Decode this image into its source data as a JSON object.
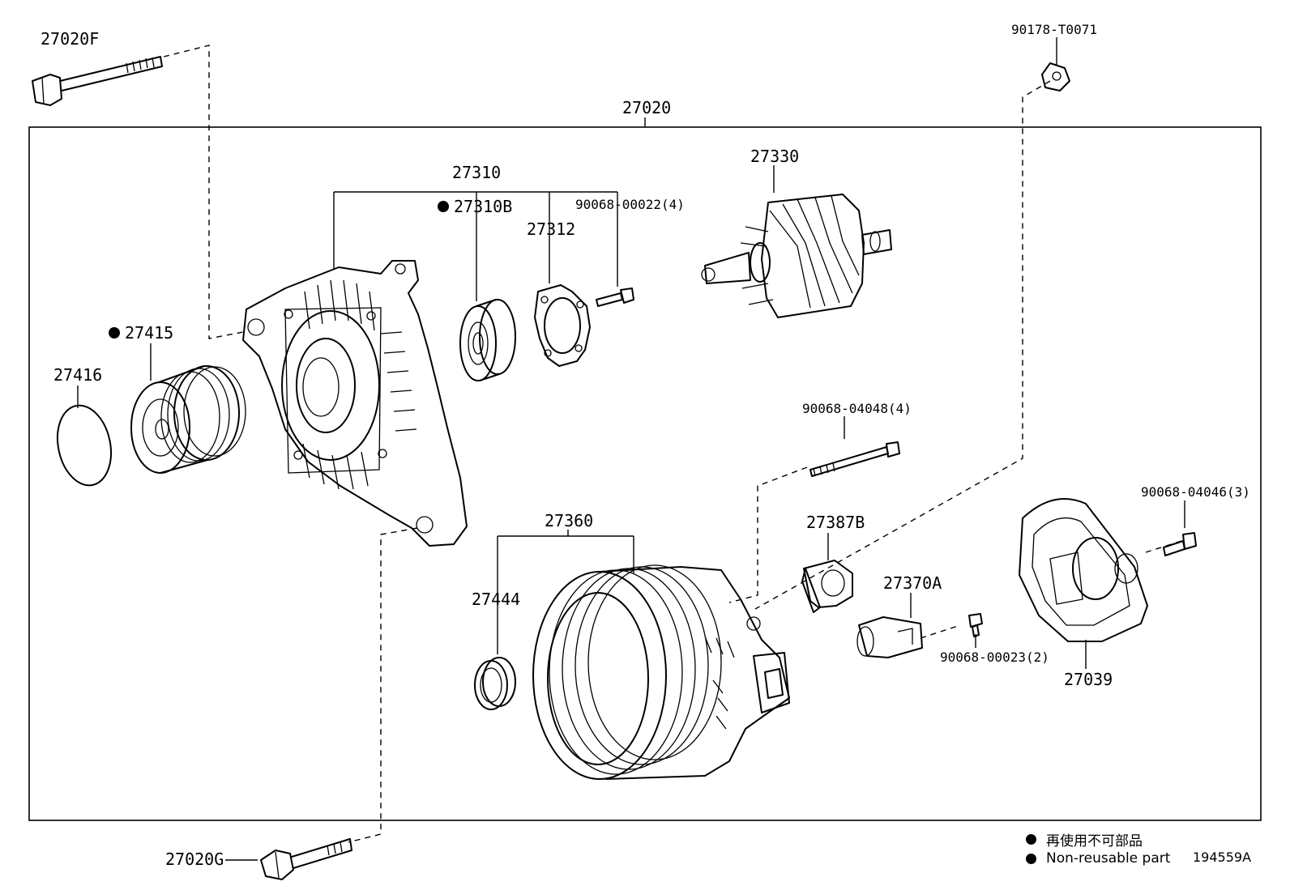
{
  "parts": {
    "bolt_top": "27020F",
    "nut": "90178-T0071",
    "assembly": "27020",
    "frame": "27310",
    "bearing": "27310B",
    "screw_a": "90068-00022(4)",
    "retainer": "27312",
    "rotor": "27330",
    "pulley": "27415",
    "cap": "27416",
    "stud": "90068-04048(4)",
    "rear_bolt": "90068-04046(3)",
    "stator_asm": "27360",
    "holder": "27387B",
    "brush": "27370A",
    "seal": "27444",
    "screw_b": "90068-00023(2)",
    "rear_cover": "27039",
    "bolt_bottom": "27020G"
  },
  "legend": {
    "jp": "再使用不可部品",
    "en": "Non-reusable part"
  },
  "figure_id": "194559A"
}
